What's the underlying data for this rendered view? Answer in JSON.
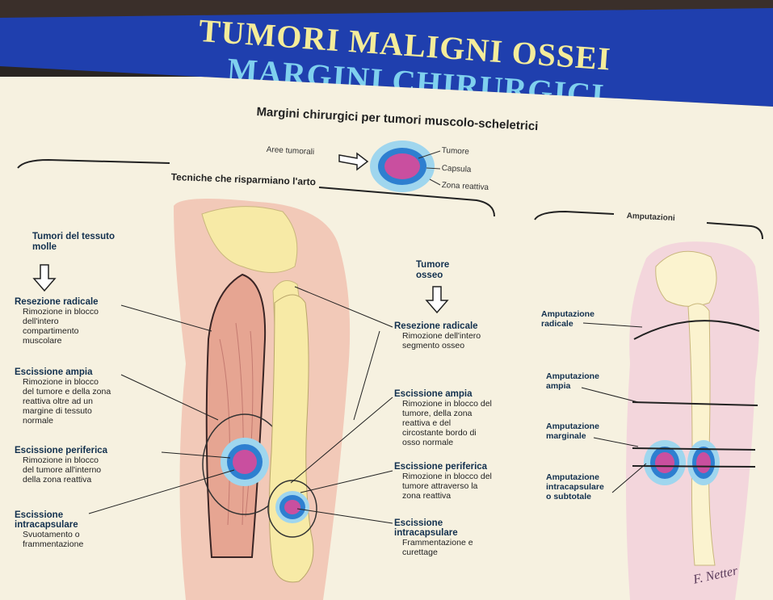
{
  "header": {
    "title_line1": "TUMORI MALIGNI OSSEI",
    "title_line2": "MARGINI CHIRURGICI",
    "colors": {
      "band": "#1f3fae",
      "title1": "#f4ec9a",
      "title2": "#7fd0ee"
    }
  },
  "figure": {
    "subtitle": "Margini chirurgici per tumori muscolo-scheletrici",
    "legend": {
      "label": "Aree tumorali",
      "items": [
        "Tumore",
        "Capsula",
        "Zona reattiva"
      ],
      "colors": {
        "tumor": "#c94f9f",
        "capsule": "#2e7fd0",
        "reactive": "#9fd6ee"
      }
    },
    "limb_sparing": {
      "label": "Tecniche che risparmiano l'arto"
    },
    "soft_tissue": {
      "heading": "Tumori del tessuto molle",
      "items": [
        {
          "title": "Resezione radicale",
          "desc": "Rimozione in blocco\ndell'intero\ncompartimento\nmuscolare"
        },
        {
          "title": "Escissione ampia",
          "desc": "Rimozione in blocco\ndel tumore e della zona\nreattiva oltre ad un\nmargine di tessuto\nnormale"
        },
        {
          "title": "Escissione periferica",
          "desc": "Rimozione in blocco\ndel tumore all'interno\ndella zona reattiva"
        },
        {
          "title": "Escissione\nintracapsulare",
          "desc": "Svuotamento o\nframmentazione"
        }
      ]
    },
    "bone_tumor": {
      "heading": "Tumore osseo",
      "items": [
        {
          "title": "Resezione radicale",
          "desc": "Rimozione dell'intero\nsegmento osseo"
        },
        {
          "title": "Escissione ampia",
          "desc": "Rimozione in blocco del\ntumore, della zona\nreattiva e del\ncircostante bordo di\nosso normale"
        },
        {
          "title": "Escissione periferica",
          "desc": "Rimozione in blocco del\ntumore attraverso la\nzona reattiva"
        },
        {
          "title": "Escissione\nintracapsulare",
          "desc": "Frammentazione e\ncurettage"
        }
      ]
    },
    "amputations": {
      "label": "Amputazioni",
      "items": [
        "Amputazione\nradicale",
        "Amputazione\nampia",
        "Amputazione\nmarginale",
        "Amputazione\nintracapsulare\no subtotale"
      ]
    },
    "signature": "F. Netter"
  }
}
